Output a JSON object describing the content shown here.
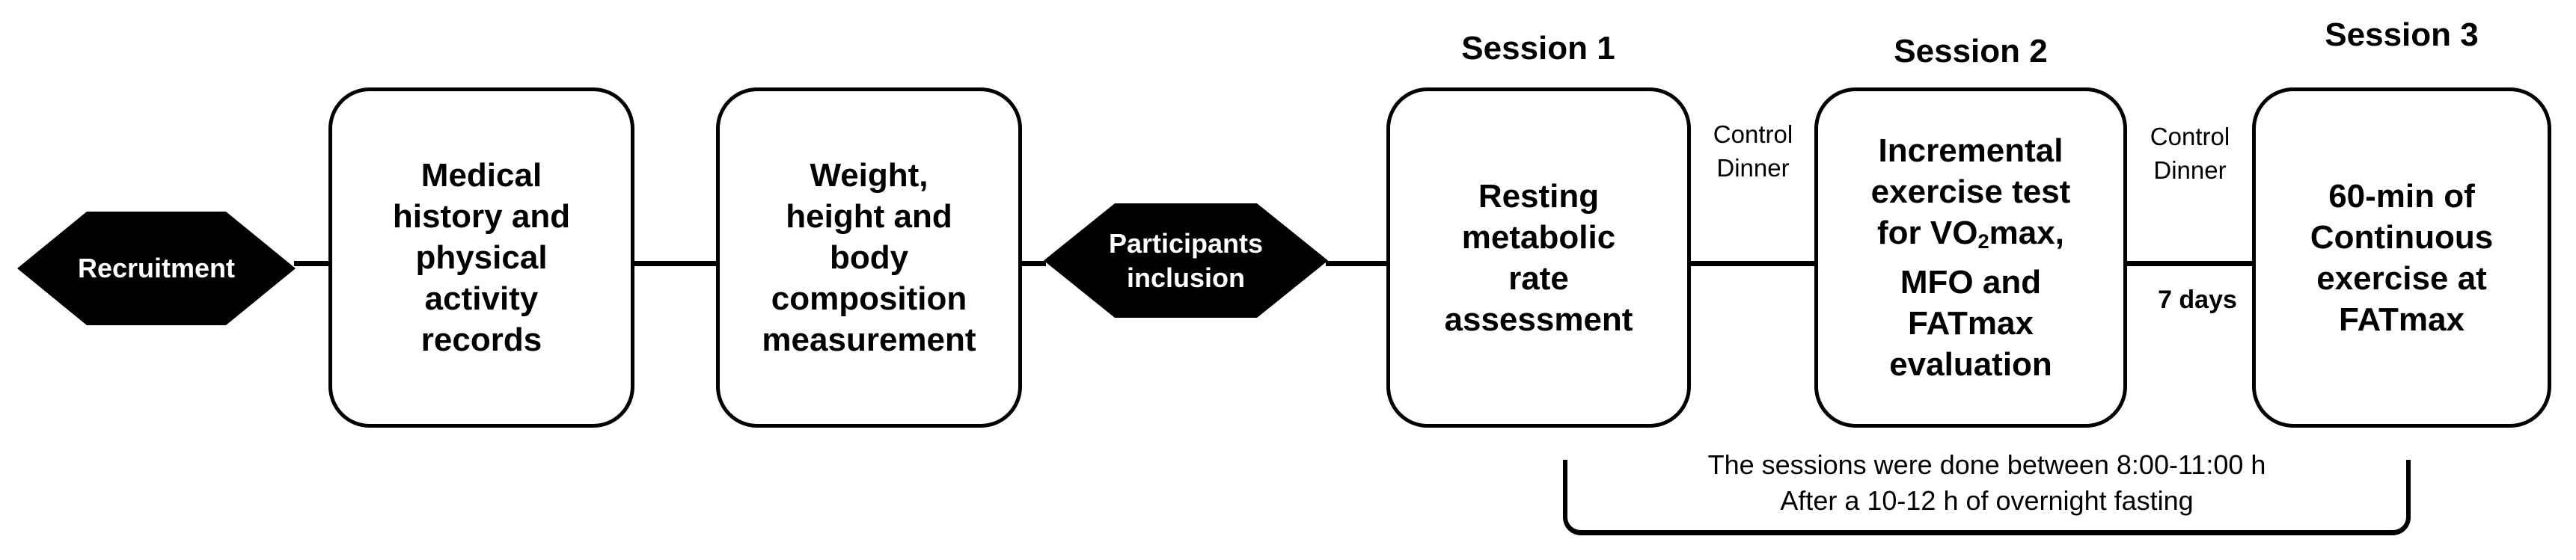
{
  "figure": {
    "background_color": "#ffffff",
    "ink_color": "#000000",
    "recruitment": {
      "label": "Recruitment"
    },
    "medical_box": {
      "lines": [
        "Medical",
        "history and",
        "physical",
        "activity",
        "records"
      ]
    },
    "measurement_box": {
      "lines": [
        "Weight,",
        "height and",
        "body",
        "composition",
        "measurement"
      ]
    },
    "inclusion": {
      "lines": [
        "Participants",
        "inclusion"
      ]
    },
    "sessions": [
      {
        "title": "Session 1",
        "lines": [
          "Resting",
          "metabolic",
          "rate",
          "assessment"
        ]
      },
      {
        "title": "Session 2",
        "lines": [
          "Incremental",
          "exercise test",
          "for VO₂max,",
          "MFO and",
          "FATmax",
          "evaluation"
        ]
      },
      {
        "title": "Session 3",
        "lines": [
          "60-min of",
          "Continuous",
          "exercise at",
          "FATmax"
        ]
      }
    ],
    "between_labels": {
      "control_dinner_1": [
        "Control",
        "Dinner"
      ],
      "control_dinner_2": [
        "Control",
        "Dinner"
      ],
      "seven_days": "7 days"
    },
    "footnote": {
      "lines": [
        "The sessions were done between 8:00-11:00 h",
        "After a 10-12 h of overnight fasting"
      ]
    }
  }
}
